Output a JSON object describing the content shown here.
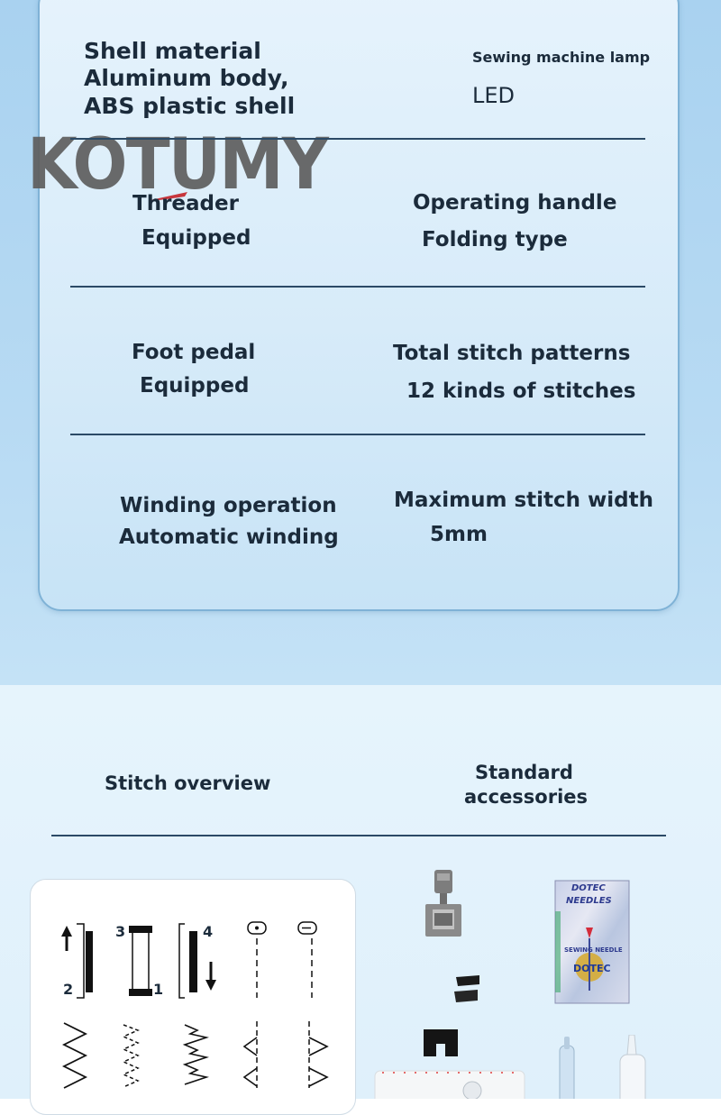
{
  "brand": {
    "logo_text": "KOTUMY"
  },
  "specs": {
    "shell_material": {
      "label": "Shell material",
      "value_line1": "Aluminum body,",
      "value_line2": "ABS plastic shell"
    },
    "lamp": {
      "label": "Sewing machine lamp",
      "value": "LED"
    },
    "threader": {
      "label": "Threader",
      "value": "Equipped"
    },
    "handle": {
      "label": "Operating handle",
      "value": "Folding type"
    },
    "foot_pedal": {
      "label": "Foot pedal",
      "value": "Equipped"
    },
    "patterns": {
      "label": "Total stitch patterns",
      "value": "12 kinds of stitches"
    },
    "winding": {
      "label": "Winding operation",
      "value": "Automatic winding"
    },
    "stitch_width": {
      "label": "Maximum stitch width",
      "value": "5mm"
    }
  },
  "section2": {
    "stitch_overview": "Stitch overview",
    "accessories_line1": "Standard",
    "accessories_line2": "accessories"
  },
  "stitch_numbers": {
    "n1": "1",
    "n2": "2",
    "n3": "3",
    "n4": "4"
  },
  "needle_pack": {
    "brand_line1": "DOTEC",
    "brand_line2": "NEEDLES",
    "logo": "DOTEC",
    "side": "SEWING NEEDLE"
  },
  "colors": {
    "top_bg": "#b7daf3",
    "card_border": "#7fb2d6",
    "divider": "#2b4a66",
    "text": "#1b2b3b"
  }
}
